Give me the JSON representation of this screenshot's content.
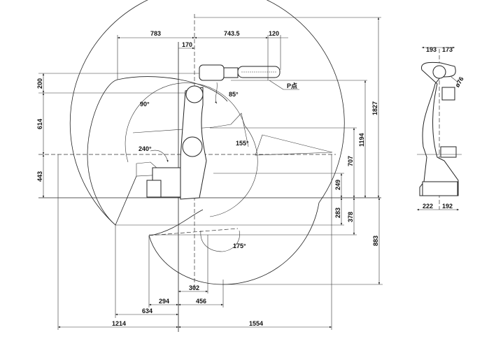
{
  "drawing": {
    "side_view": {
      "dims": {
        "top_left": "193",
        "top_right": "173",
        "bottom_left": "222",
        "bottom_right": "192",
        "diameter": "ø76"
      }
    },
    "main_view": {
      "top_dims": {
        "d783": "783",
        "d743": "743.5",
        "d120": "120",
        "d170": "170"
      },
      "left_dims": {
        "d200": "200",
        "d614": "614",
        "d443": "443"
      },
      "right_dims": {
        "d1827": "1827",
        "d1194": "1194",
        "d707": "707",
        "d249": "249",
        "d283": "283",
        "d378": "378",
        "d883": "883"
      },
      "bottom_dims": {
        "d302": "302",
        "d294": "294",
        "d456": "456",
        "d634": "634",
        "d1214": "1214",
        "d1554": "1554"
      },
      "angles": {
        "a90": "90°",
        "a85": "85°",
        "a155": "155°",
        "a240": "240°",
        "a175": "175°"
      },
      "point_label": "P点"
    }
  }
}
